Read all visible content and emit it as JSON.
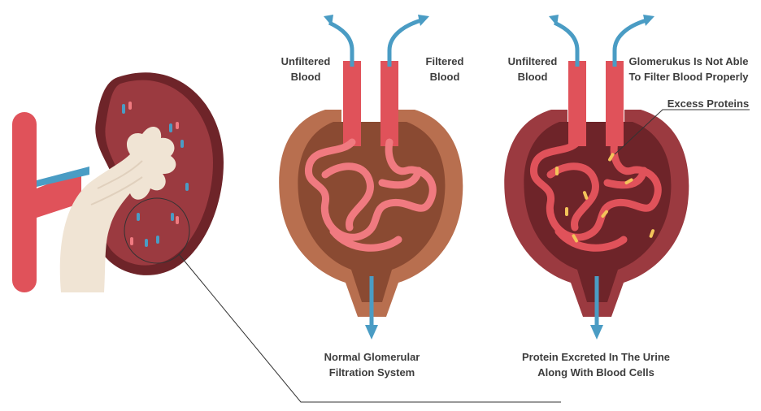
{
  "diagram": {
    "labels": {
      "normal_unfiltered": [
        "Unfiltered",
        "Blood"
      ],
      "normal_filtered": [
        "Filtered",
        "Blood"
      ],
      "normal_caption": [
        "Normal Glomerular",
        "Filtration System"
      ],
      "damaged_unfiltered": [
        "Unfiltered",
        "Blood"
      ],
      "damaged_glomerulus": [
        "Glomerukus Is Not Able",
        "To Filter Blood Properly"
      ],
      "damaged_proteins": "Excess Proteins",
      "damaged_caption": [
        "Protein  Excreted In The Urine",
        "Along With Blood Cells"
      ]
    },
    "colors": {
      "vessel": "#e0525a",
      "vessel_light": "#f07a80",
      "capsule_outer": "#b86f4f",
      "capsule_inner": "#8a4a32",
      "kidney": "#9b3a40",
      "kidney_edge": "#6e2429",
      "pelvis": "#f0e4d4",
      "flow_arrow": "#4a9cc4",
      "protein": "#f3c45a",
      "leader_line": "#333333"
    },
    "icons": [
      "kidney-cross-section",
      "normal-glomerulus",
      "damaged-glomerulus",
      "flow-arrow"
    ]
  }
}
